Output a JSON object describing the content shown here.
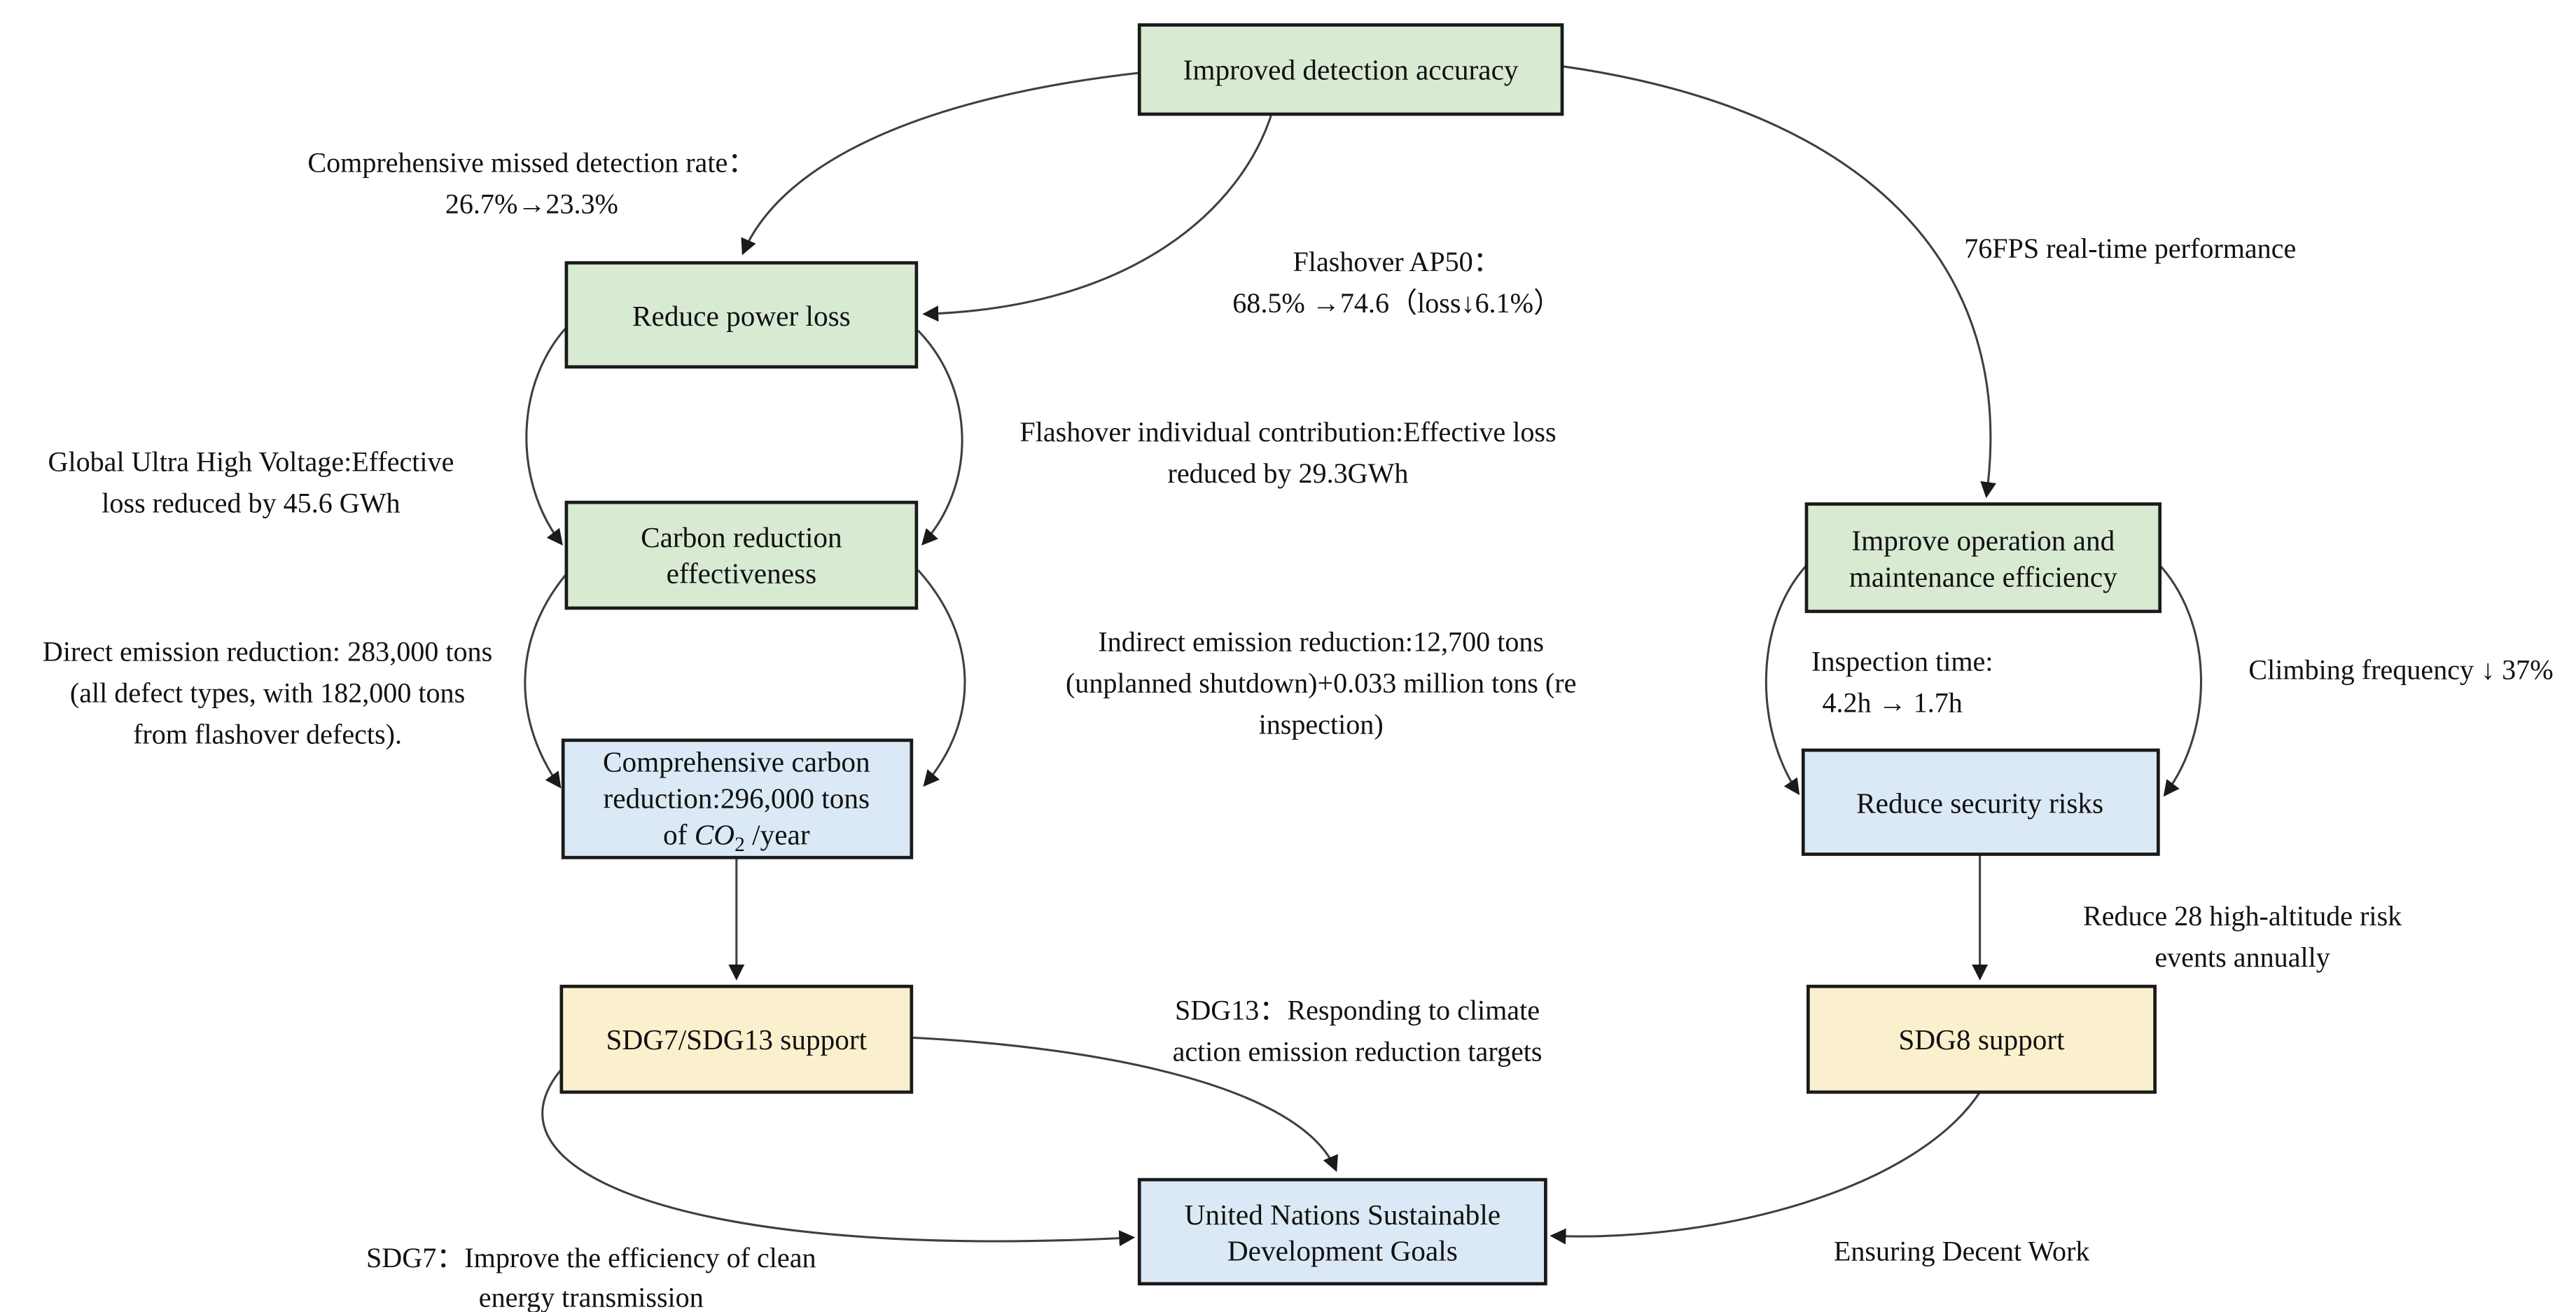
{
  "colors": {
    "green": "#d9ead3",
    "blue": "#dbe9f6",
    "yellow": "#fbf0ce",
    "border": "#1a1a1a",
    "edge": "#3f3f3f"
  },
  "nodes": {
    "a": {
      "t1": "Improved detection accuracy"
    },
    "b": {
      "t1": "Reduce power loss"
    },
    "c": {
      "t1": "Carbon reduction",
      "t2": "effectiveness"
    },
    "d": {
      "t1": "Comprehensive carbon",
      "t2": "reduction:296,000 tons",
      "t3a": "of ",
      "t3b": "CO",
      "t3c": "2",
      "t3d": " /year"
    },
    "e": {
      "t1": "SDG7/SDG13 support"
    },
    "f": {
      "t1": "Improve operation and",
      "t2": "maintenance efficiency"
    },
    "g": {
      "t1": "Reduce security risks"
    },
    "h": {
      "t1": "SDG8 support"
    },
    "i": {
      "t1": "United Nations Sustainable",
      "t2": "Development Goals"
    }
  },
  "labels": {
    "missed": {
      "l1": "Comprehensive missed detection rate：",
      "l2": "26.7%→23.3%"
    },
    "ap50": {
      "l1": "Flashover AP50：",
      "l2": "68.5% →74.6（loss↓6.1%）"
    },
    "fps": {
      "l1": "76FPS real-time performance"
    },
    "uhv": {
      "l1": "Global Ultra High Voltage:Effective",
      "l2": "loss reduced by 45.6 GWh"
    },
    "contrib": {
      "l1": "Flashover individual contribution:Effective loss",
      "l2": "reduced by 29.3GWh"
    },
    "direct": {
      "l1": "Direct emission reduction: 283,000 tons",
      "l2": "(all defect types, with 182,000 tons",
      "l3": "from flashover defects)."
    },
    "indirect": {
      "l1": "Indirect emission reduction:12,700 tons",
      "l2": "(unplanned shutdown)+0.033 million tons (re",
      "l3": "inspection)"
    },
    "inspection": {
      "l1": "Inspection time:",
      "l2": "4.2h → 1.7h"
    },
    "climbing": {
      "l1": "Climbing frequency ↓ 37%"
    },
    "risk": {
      "l1": "Reduce 28 high-altitude risk",
      "l2": "events annually"
    },
    "sdg13": {
      "l1": "SDG13：Responding to climate",
      "l2": "action emission reduction targets"
    },
    "sdg7": {
      "l1": "SDG7：Improve the efficiency of clean",
      "l2": "energy transmission"
    },
    "decent": {
      "l1": "Ensuring Decent Work"
    }
  }
}
